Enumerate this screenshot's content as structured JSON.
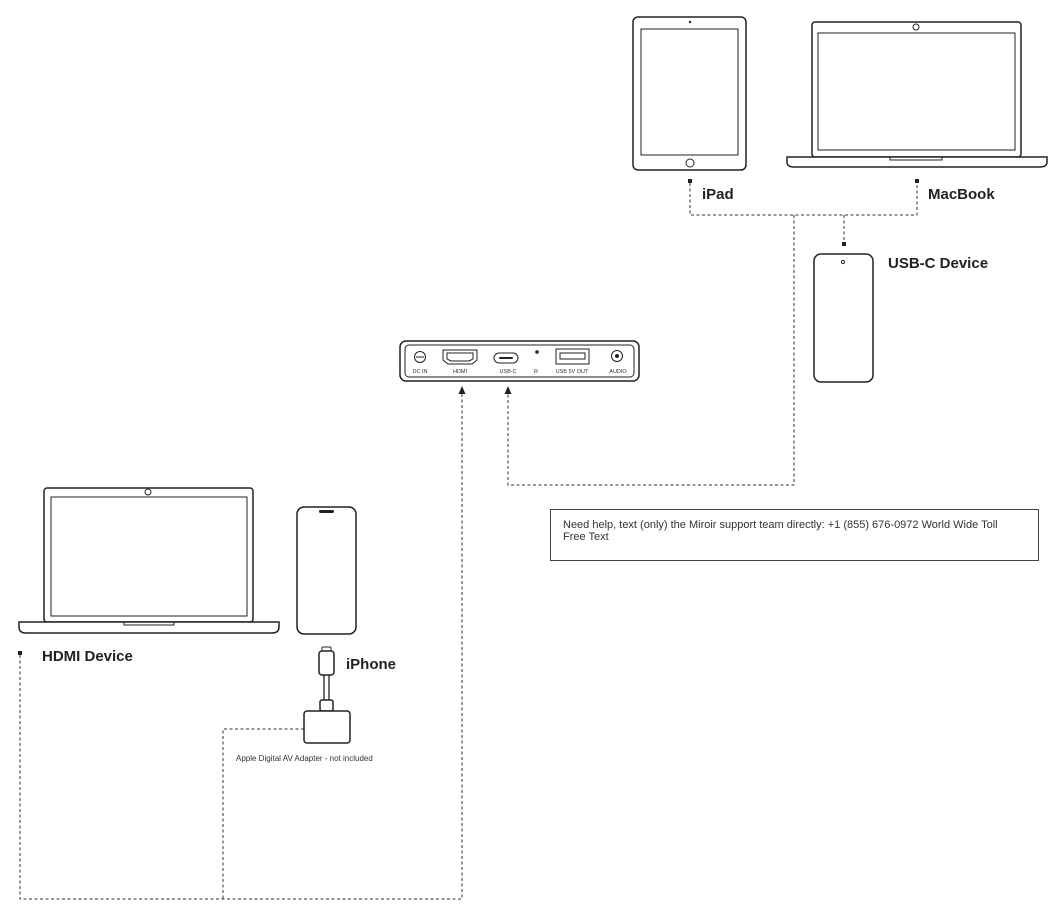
{
  "labels": {
    "ipad": "iPad",
    "macbook": "MacBook",
    "usbc_device": "USB-C Device",
    "hdmi_device": "HDMI Device",
    "iphone": "iPhone",
    "adapter_note": "Apple Digital AV Adapter - not included"
  },
  "ports": {
    "dc_in": "DC IN",
    "hdmi": "HDMI",
    "usb_c": "USB-C",
    "r": "R",
    "usb_out": "USB 5V OUT",
    "audio": "AUDIO"
  },
  "help": {
    "text": "Need help, text (only) the Miroir support team directly: +1 (855) 676-0972 World Wide Toll Free Text"
  }
}
